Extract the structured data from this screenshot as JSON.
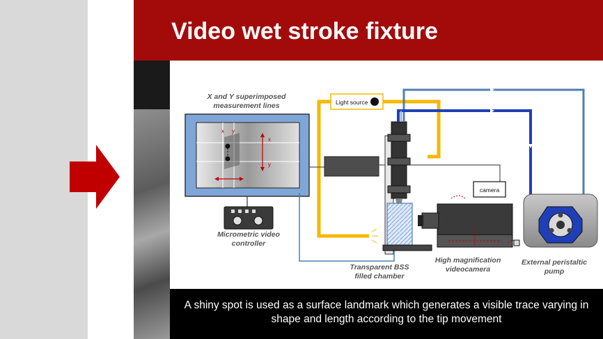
{
  "slide": {
    "title": "Video wet stroke fixture",
    "caption": "A shiny spot is used as a surface landmark which generates a visible trace varying in shape and length according to the tip movement"
  },
  "diagram": {
    "label_measurement": [
      "X and Y superimposed",
      "measurement lines"
    ],
    "label_controller": [
      "Micrometric video",
      "controller"
    ],
    "label_chamber": [
      "Transparent BSS",
      "filled chamber"
    ],
    "label_camera": [
      "High magnification",
      "videocamera"
    ],
    "label_pump": [
      "External peristaltic",
      "pump"
    ],
    "light_source": "Light source",
    "camera_box": "camera",
    "axis_x": "x",
    "axis_y": "y"
  },
  "colors": {
    "header": "#a30b0b",
    "arrow": "#c00000",
    "fiber": "#f5b800",
    "tube": "#1f3fb8",
    "tube_light": "#7fa6e0",
    "wire": "#4f7fb3"
  }
}
